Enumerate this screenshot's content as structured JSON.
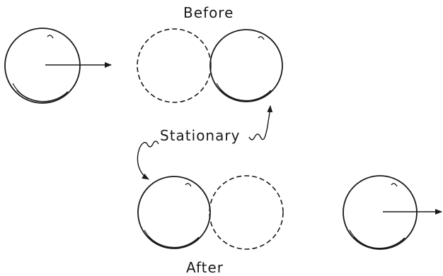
{
  "labels": {
    "before": "Before",
    "stationary": "Stationary",
    "after": "After"
  },
  "colors": {
    "stroke": "#1a1a1a",
    "background": "#ffffff"
  }
}
